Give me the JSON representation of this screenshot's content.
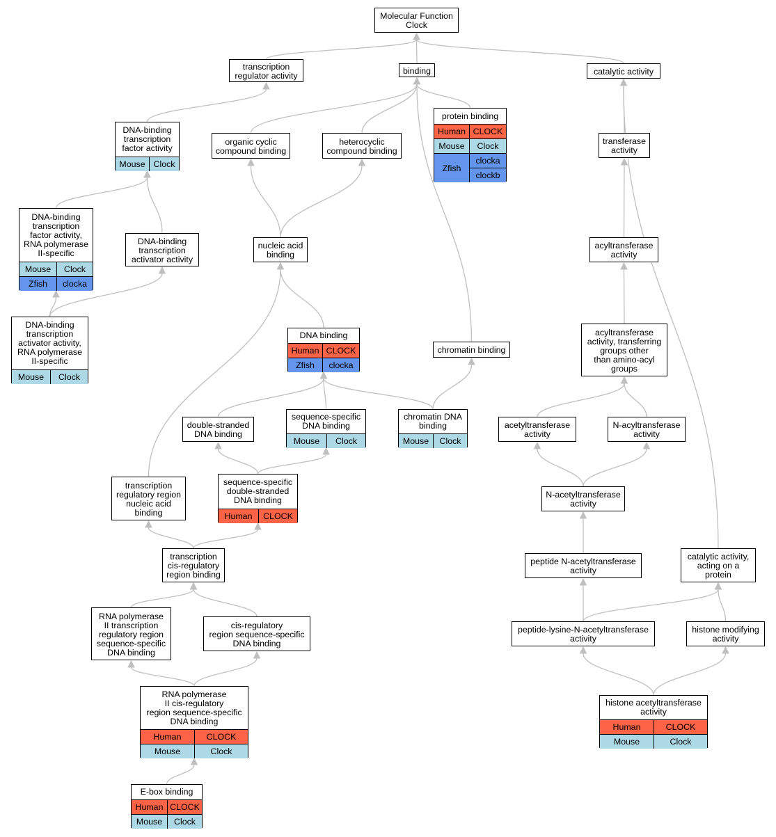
{
  "colors": {
    "Human": "#ff6347",
    "Mouse": "#add8e6",
    "Zfish": "#6495ed",
    "edge": "#bfbfbf"
  },
  "nodes": [
    {
      "id": "mf",
      "label": "Molecular Function\nClock"
    },
    {
      "id": "tra",
      "label": "transcription\nregulator activity"
    },
    {
      "id": "bind",
      "label": "binding"
    },
    {
      "id": "cat",
      "label": "catalytic activity"
    },
    {
      "id": "dbtf",
      "label": "DNA-binding\ntranscription\nfactor activity",
      "genes": [
        {
          "species": "Mouse",
          "names": [
            "Clock"
          ]
        }
      ]
    },
    {
      "id": "ocb",
      "label": "organic cyclic\ncompound binding"
    },
    {
      "id": "hcb",
      "label": "heterocyclic\ncompound binding"
    },
    {
      "id": "pb",
      "label": "protein binding",
      "genes": [
        {
          "species": "Human",
          "names": [
            "CLOCK"
          ]
        },
        {
          "species": "Mouse",
          "names": [
            "Clock"
          ]
        },
        {
          "species": "Zfish",
          "names": [
            "clocka",
            "clockb"
          ]
        }
      ]
    },
    {
      "id": "trf",
      "label": "transferase\nactivity"
    },
    {
      "id": "dbtf2",
      "label": "DNA-binding\ntranscription\nfactor activity,\nRNA polymerase\nII-specific",
      "genes": [
        {
          "species": "Mouse",
          "names": [
            "Clock"
          ]
        },
        {
          "species": "Zfish",
          "names": [
            "clocka"
          ]
        }
      ]
    },
    {
      "id": "dbta",
      "label": "DNA-binding\ntranscription\nactivator activity"
    },
    {
      "id": "nab",
      "label": "nucleic acid\nbinding"
    },
    {
      "id": "acyl",
      "label": "acyltransferase\nactivity"
    },
    {
      "id": "dbta2",
      "label": "DNA-binding\ntranscription\nactivator activity,\nRNA polymerase\nII-specific",
      "genes": [
        {
          "species": "Mouse",
          "names": [
            "Clock"
          ]
        }
      ]
    },
    {
      "id": "dnab",
      "label": "DNA binding",
      "genes": [
        {
          "species": "Human",
          "names": [
            "CLOCK"
          ]
        },
        {
          "species": "Zfish",
          "names": [
            "clocka"
          ]
        }
      ]
    },
    {
      "id": "chb",
      "label": "chromatin binding"
    },
    {
      "id": "acyl2",
      "label": "acyltransferase\nactivity, transferring\ngroups other\nthan amino-acyl\ngroups"
    },
    {
      "id": "dsdb",
      "label": "double-stranded\nDNA binding"
    },
    {
      "id": "ssdb",
      "label": "sequence-specific\nDNA binding",
      "genes": [
        {
          "species": "Mouse",
          "names": [
            "Clock"
          ]
        }
      ]
    },
    {
      "id": "chdb",
      "label": "chromatin DNA\nbinding",
      "genes": [
        {
          "species": "Mouse",
          "names": [
            "Clock"
          ]
        }
      ]
    },
    {
      "id": "acet",
      "label": "acetyltransferase\nactivity"
    },
    {
      "id": "nacyl",
      "label": "N-acyltransferase\nactivity"
    },
    {
      "id": "trrnab",
      "label": "transcription\nregulatory region\nnucleic acid\nbinding"
    },
    {
      "id": "ssdsdb",
      "label": "sequence-specific\ndouble-stranded\nDNA binding",
      "genes": [
        {
          "species": "Human",
          "names": [
            "CLOCK"
          ]
        }
      ]
    },
    {
      "id": "nacet",
      "label": "N-acetyltransferase\nactivity"
    },
    {
      "id": "tcrrb",
      "label": "transcription\ncis-regulatory\nregion binding"
    },
    {
      "id": "pnat",
      "label": "peptide N-acetyltransferase\nactivity"
    },
    {
      "id": "caop",
      "label": "catalytic activity,\nacting on a\nprotein"
    },
    {
      "id": "rnap2",
      "label": "RNA polymerase\nII transcription\nregulatory region\nsequence-specific\nDNA binding"
    },
    {
      "id": "crrss",
      "label": "cis-regulatory\nregion sequence-specific\nDNA binding"
    },
    {
      "id": "plnat",
      "label": "peptide-lysine-N-acetyltransferase\nactivity"
    },
    {
      "id": "hma",
      "label": "histone modifying\nactivity"
    },
    {
      "id": "rnap2cr",
      "label": "RNA polymerase\nII cis-regulatory\nregion sequence-specific\nDNA binding",
      "genes": [
        {
          "species": "Human",
          "names": [
            "CLOCK"
          ]
        },
        {
          "species": "Mouse",
          "names": [
            "Clock"
          ]
        }
      ]
    },
    {
      "id": "hat",
      "label": "histone acetyltransferase\nactivity",
      "genes": [
        {
          "species": "Human",
          "names": [
            "CLOCK"
          ]
        },
        {
          "species": "Mouse",
          "names": [
            "Clock"
          ]
        }
      ]
    },
    {
      "id": "ebox",
      "label": "E-box binding",
      "genes": [
        {
          "species": "Human",
          "names": [
            "CLOCK"
          ]
        },
        {
          "species": "Mouse",
          "names": [
            "Clock"
          ]
        }
      ]
    }
  ],
  "edges": [
    [
      "tra",
      "mf"
    ],
    [
      "bind",
      "mf"
    ],
    [
      "cat",
      "mf"
    ],
    [
      "dbtf",
      "tra"
    ],
    [
      "ocb",
      "bind"
    ],
    [
      "hcb",
      "bind"
    ],
    [
      "pb",
      "bind"
    ],
    [
      "chb",
      "bind"
    ],
    [
      "trf",
      "cat"
    ],
    [
      "caop",
      "cat"
    ],
    [
      "dbtf2",
      "dbtf"
    ],
    [
      "dbta",
      "dbtf"
    ],
    [
      "nab",
      "ocb"
    ],
    [
      "nab",
      "hcb"
    ],
    [
      "acyl",
      "trf"
    ],
    [
      "dbta2",
      "dbtf2"
    ],
    [
      "dbta2",
      "dbta"
    ],
    [
      "dnab",
      "nab"
    ],
    [
      "trrnab",
      "nab"
    ],
    [
      "acyl2",
      "acyl"
    ],
    [
      "dsdb",
      "dnab"
    ],
    [
      "ssdb",
      "dnab"
    ],
    [
      "chdb",
      "dnab"
    ],
    [
      "chdb",
      "chb"
    ],
    [
      "acet",
      "acyl2"
    ],
    [
      "nacyl",
      "acyl2"
    ],
    [
      "ssdsdb",
      "dsdb"
    ],
    [
      "ssdsdb",
      "ssdb"
    ],
    [
      "nacet",
      "acet"
    ],
    [
      "nacet",
      "nacyl"
    ],
    [
      "tcrrb",
      "trrnab"
    ],
    [
      "tcrrb",
      "ssdsdb"
    ],
    [
      "pnat",
      "nacet"
    ],
    [
      "rnap2",
      "tcrrb"
    ],
    [
      "crrss",
      "tcrrb"
    ],
    [
      "plnat",
      "pnat"
    ],
    [
      "plnat",
      "caop"
    ],
    [
      "hma",
      "caop"
    ],
    [
      "rnap2cr",
      "rnap2"
    ],
    [
      "rnap2cr",
      "crrss"
    ],
    [
      "hat",
      "plnat"
    ],
    [
      "hat",
      "hma"
    ],
    [
      "ebox",
      "rnap2cr"
    ]
  ]
}
